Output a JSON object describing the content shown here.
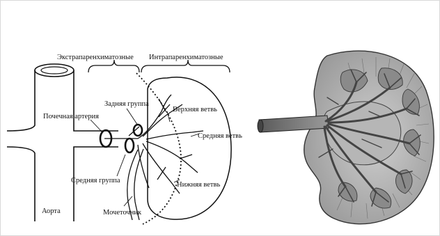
{
  "left_panel": {
    "labels": {
      "extraparenchymal": "Экстрапаренхиматозные",
      "intraparenchymal": "Интрапаренхиматозные",
      "posterior_group": "Задняя группа",
      "renal_artery": "Почечная артерия",
      "upper_branch": "Верхняя ветвь",
      "middle_branch": "Средняя ветвь",
      "middle_group": "Средняя группа",
      "lower_branch": "Нижняя ветвь",
      "aorta": "Аорта",
      "ureter": "Мочеточник"
    }
  },
  "right_panel": {
    "icon": "kidney-cross-section-illustration"
  }
}
